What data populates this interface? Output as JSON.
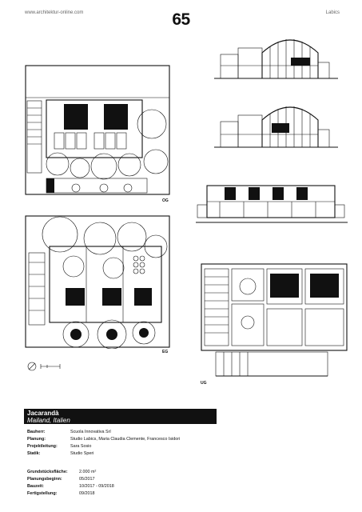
{
  "header": {
    "website": "www.architektur-online.com",
    "page_number": "65",
    "section": "Labics"
  },
  "plans": {
    "upper_label": "OG",
    "ground_label": "EG",
    "basement_label": "UG"
  },
  "project": {
    "name": "Jacarandà",
    "location": "Mailand, Italien"
  },
  "facts_group1": [
    {
      "key": "Bauherr:",
      "value": "Scuola Innovativa Srl"
    },
    {
      "key": "Planung:",
      "value": "Studio Labics, Maria Claudia Clemente, Francesco Isidori"
    },
    {
      "key": "Projektleitung:",
      "value": "Sara Sosio"
    },
    {
      "key": "Statik:",
      "value": "Studio Speri"
    }
  ],
  "facts_group2": [
    {
      "key": "Grundstücksfläche:",
      "value": "2.000 m²"
    },
    {
      "key": "Planungsbeginn:",
      "value": "05/2017"
    },
    {
      "key": "Bauzeit:",
      "value": "10/2017 - 09/2018"
    },
    {
      "key": "Fertigstellung:",
      "value": "09/2018"
    }
  ]
}
